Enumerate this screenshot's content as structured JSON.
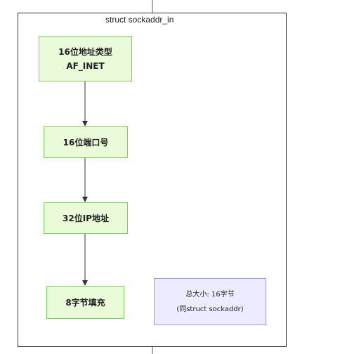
{
  "subgraph": {
    "title": "struct sockaddr_in"
  },
  "nodes": [
    {
      "id": "family",
      "lines": [
        "16位地址类型",
        "AF_INET"
      ]
    },
    {
      "id": "port",
      "lines": [
        "16位端口号"
      ]
    },
    {
      "id": "addr",
      "lines": [
        "32位IP地址"
      ]
    },
    {
      "id": "zero",
      "lines": [
        "8字节填充"
      ]
    }
  ],
  "note": {
    "lines": [
      "总大小: 16字节",
      "(同struct sockaddr)"
    ]
  },
  "colors": {
    "process_fill": "#e9fbd9",
    "process_border": "#7fcf5e",
    "note_fill": "#ecebff",
    "note_border": "#9f97ea",
    "frame_border": "#333333",
    "arrow": "#333333"
  }
}
